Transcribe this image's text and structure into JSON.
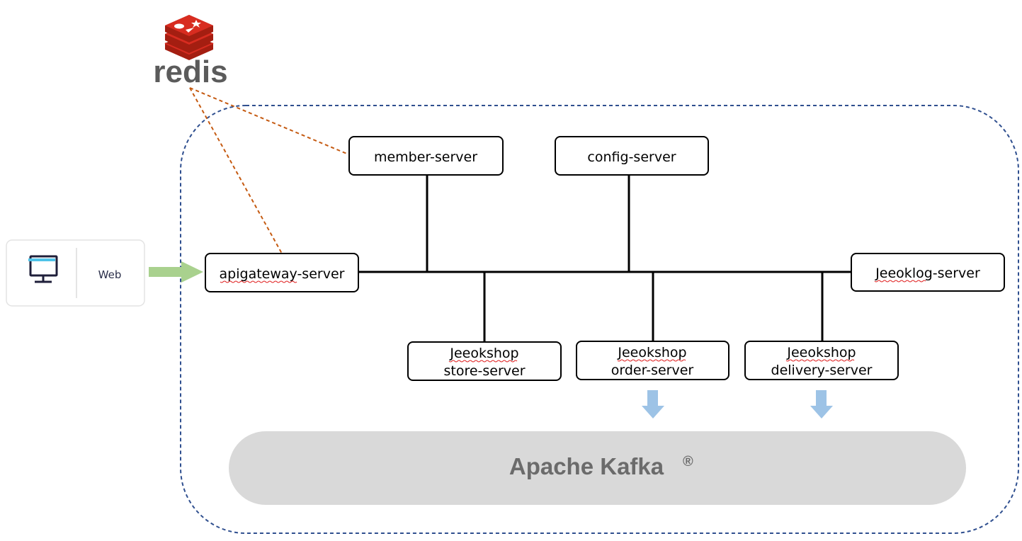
{
  "redis": {
    "label": "redis",
    "icon": "redis-logo-icon",
    "color": "#d82c20"
  },
  "client": {
    "icon": "monitor-icon",
    "label": "Web"
  },
  "servers": {
    "member": "member-server",
    "config": "config-server",
    "apigateway": "apigateway-server",
    "jeeoklog": "Jeeoklog-server",
    "store": {
      "line1": "Jeeokshop",
      "line2": "store-server"
    },
    "order": {
      "line1": "Jeeokshop",
      "line2": "order-server"
    },
    "delivery": {
      "line1": "Jeeokshop",
      "line2": "delivery-server"
    }
  },
  "kafka": {
    "label": "Apache Kafka",
    "mark": "®"
  },
  "colors": {
    "cluster_border": "#2f4f8f",
    "redis_link": "#c55a11",
    "request_arrow": "#a9d18e",
    "publish_arrow": "#9dc3e6",
    "kafka_fill": "#d9d9d9",
    "spellcheck": "#e02020"
  }
}
